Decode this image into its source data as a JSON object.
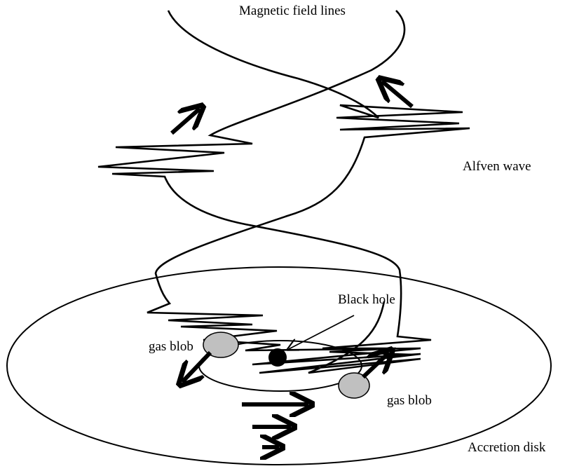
{
  "labels": {
    "magnetic_field_lines": "Magnetic field lines",
    "alfven_wave": "Alfven wave",
    "black_hole": "Black hole",
    "gas_blob_left": "gas blob",
    "gas_blob_right": "gas blob",
    "accretion_disk": "Accretion disk"
  },
  "colors": {
    "line": "#000000",
    "gas_blob_fill": "#c0c0c0",
    "black_hole_fill": "#000000",
    "background": "#ffffff"
  }
}
